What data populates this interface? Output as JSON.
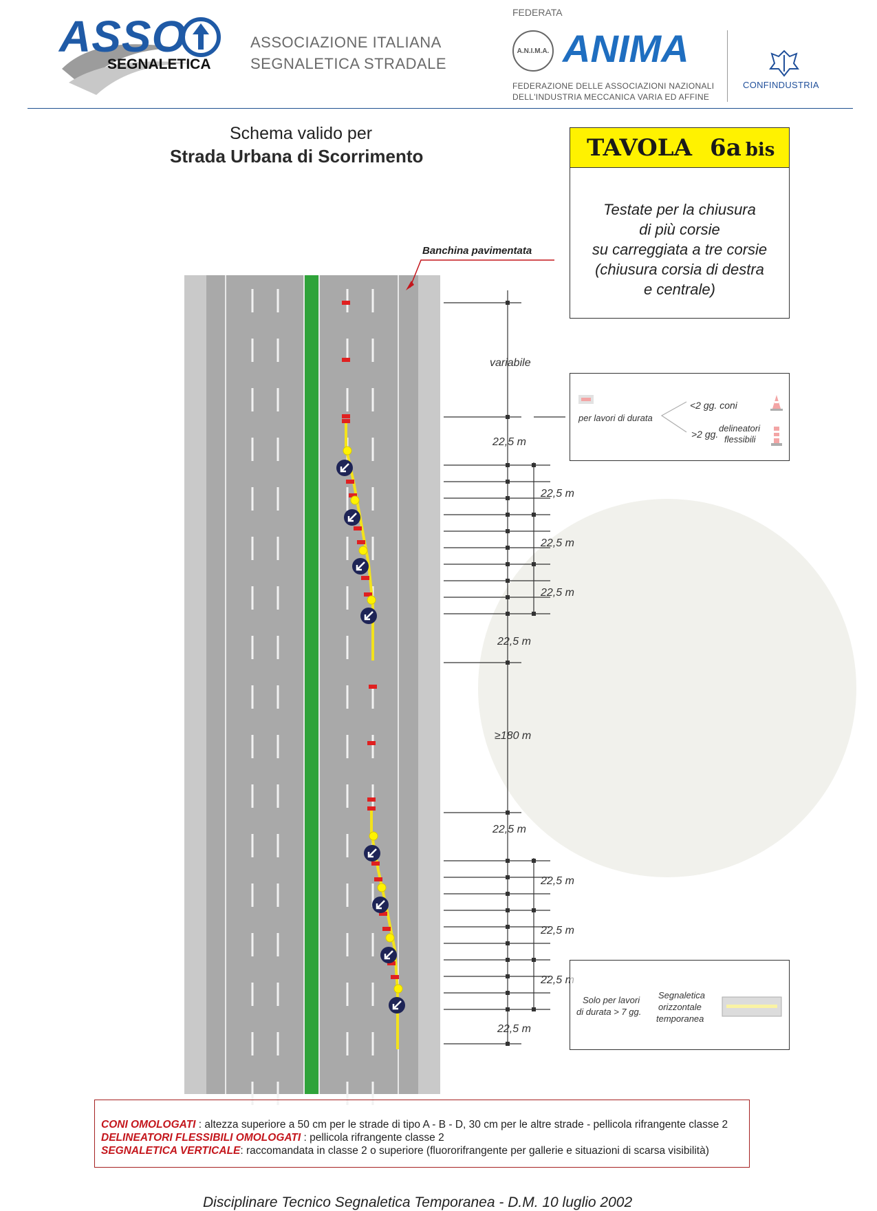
{
  "header": {
    "asso_logo": {
      "name": "ASSO",
      "sub": "SEGNALETICA"
    },
    "association_line1": "ASSOCIAZIONE ITALIANA",
    "association_line2": "SEGNALETICA STRADALE",
    "federata": "FEDERATA",
    "anima_badge": "A.N.I.M.A.",
    "anima_logo": "ANIMA",
    "federazione_line1": "FEDERAZIONE DELLE ASSOCIAZIONI NAZIONALI",
    "federazione_line2": "DELL'INDUSTRIA MECCANICA VARIA ED AFFINE",
    "confindustria": "CONFINDUSTRIA"
  },
  "scheme": {
    "line1": "Schema valido per",
    "line2": "Strada Urbana di Scorrimento"
  },
  "tavola": {
    "label": "TAVOLA",
    "number": "6a",
    "suffix": "bis",
    "description": [
      "Testate per la chiusura",
      "di più corsie",
      "su carreggiata a tre corsie",
      "(chiusura corsia di destra",
      "e centrale)"
    ]
  },
  "banchina_label": "Banchina pavimentata",
  "measurements": {
    "variabile": "variabile",
    "m22_5": "22,5 m",
    "m180": "≥180 m"
  },
  "legend_cones": {
    "durata": "per lavori di durata",
    "lt2": "<2 gg. coni",
    "gt2": ">2 gg.",
    "delineatori_1": "delineatori",
    "delineatori_2": "flessibili"
  },
  "legend_marking": {
    "solo_1": "Solo per lavori",
    "solo_2": "di durata > 7 gg.",
    "segn_1": "Segnaletica",
    "segn_2": "orizzontale",
    "segn_3": "temporanea"
  },
  "notes": [
    {
      "key": "CONI OMOLOGATI",
      "value": " : altezza superiore a 50 cm per le strade di tipo A - B - D, 30 cm per le altre strade - pellicola rifrangente classe 2"
    },
    {
      "key": "DELINEATORI FLESSIBILI OMOLOGATI",
      "value": "  :  pellicola rifrangente classe 2"
    },
    {
      "key": "SEGNALETICA VERTICALE",
      "value": ": raccomandata in classe 2 o superiore (fluororifrangente per gallerie e situazioni di scarsa visibilità)"
    }
  ],
  "footer": "Disciplinare Tecnico Segnaletica Temporanea - D.M.  10 luglio 2002",
  "colors": {
    "road": "#a9a9a9",
    "shoulder": "#c9c9c9",
    "median": "#2fa33a",
    "temp_marking": "#f3e21c",
    "cone": "#e02020",
    "arrow_sign": "#1e2456",
    "lamp": "#fff200"
  },
  "icons": [
    "asso-arrow-icon",
    "cone-icon",
    "delineator-icon",
    "arrow-sign-icon",
    "warning-lamp-icon"
  ]
}
